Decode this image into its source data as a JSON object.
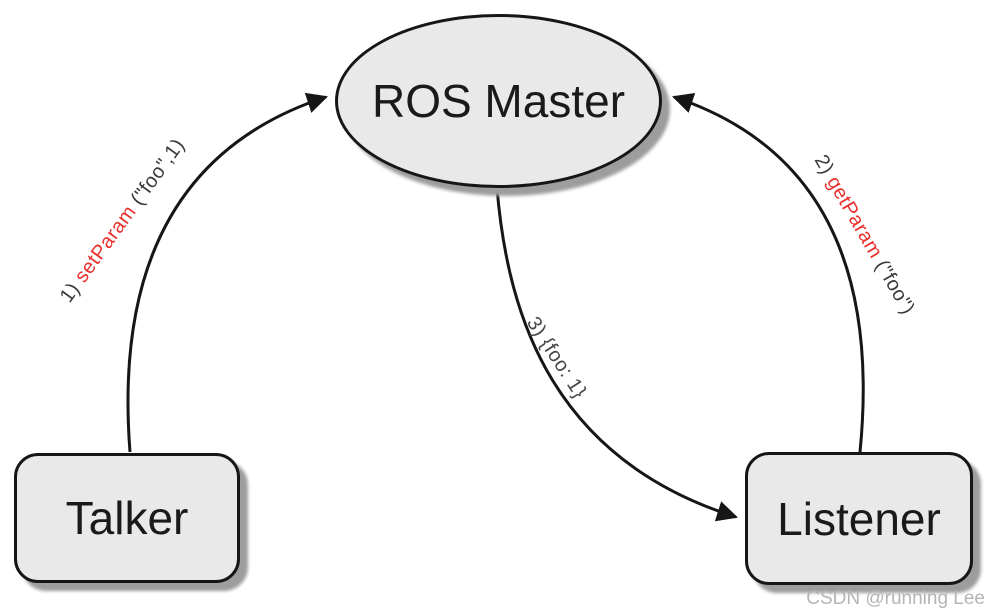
{
  "diagram": {
    "nodes": {
      "master": {
        "label": "ROS Master",
        "shape": "ellipse"
      },
      "talker": {
        "label": "Talker",
        "shape": "rounded-rect"
      },
      "listener": {
        "label": "Listener",
        "shape": "rounded-rect"
      }
    },
    "edges": {
      "setparam": {
        "from": "talker",
        "to": "master",
        "prefix": "1) ",
        "method": "setParam",
        "args": " (\"foo\",1)"
      },
      "getparam": {
        "from": "listener",
        "to": "master",
        "prefix": "2) ",
        "method": "getParam",
        "args": " (\"foo\")"
      },
      "value": {
        "from": "master",
        "to": "listener",
        "label": "3) {foo: 1}"
      }
    },
    "colors": {
      "node_fill": "#e9e9e9",
      "node_stroke": "#161616",
      "arrow_stroke": "#161616",
      "method_red": "#e8302d",
      "label_dark": "#3a3a3a",
      "shadow_gray": "#9d9d9d",
      "watermark_gray": "#b5b5b5"
    },
    "watermark": "CSDN @running Lee"
  }
}
